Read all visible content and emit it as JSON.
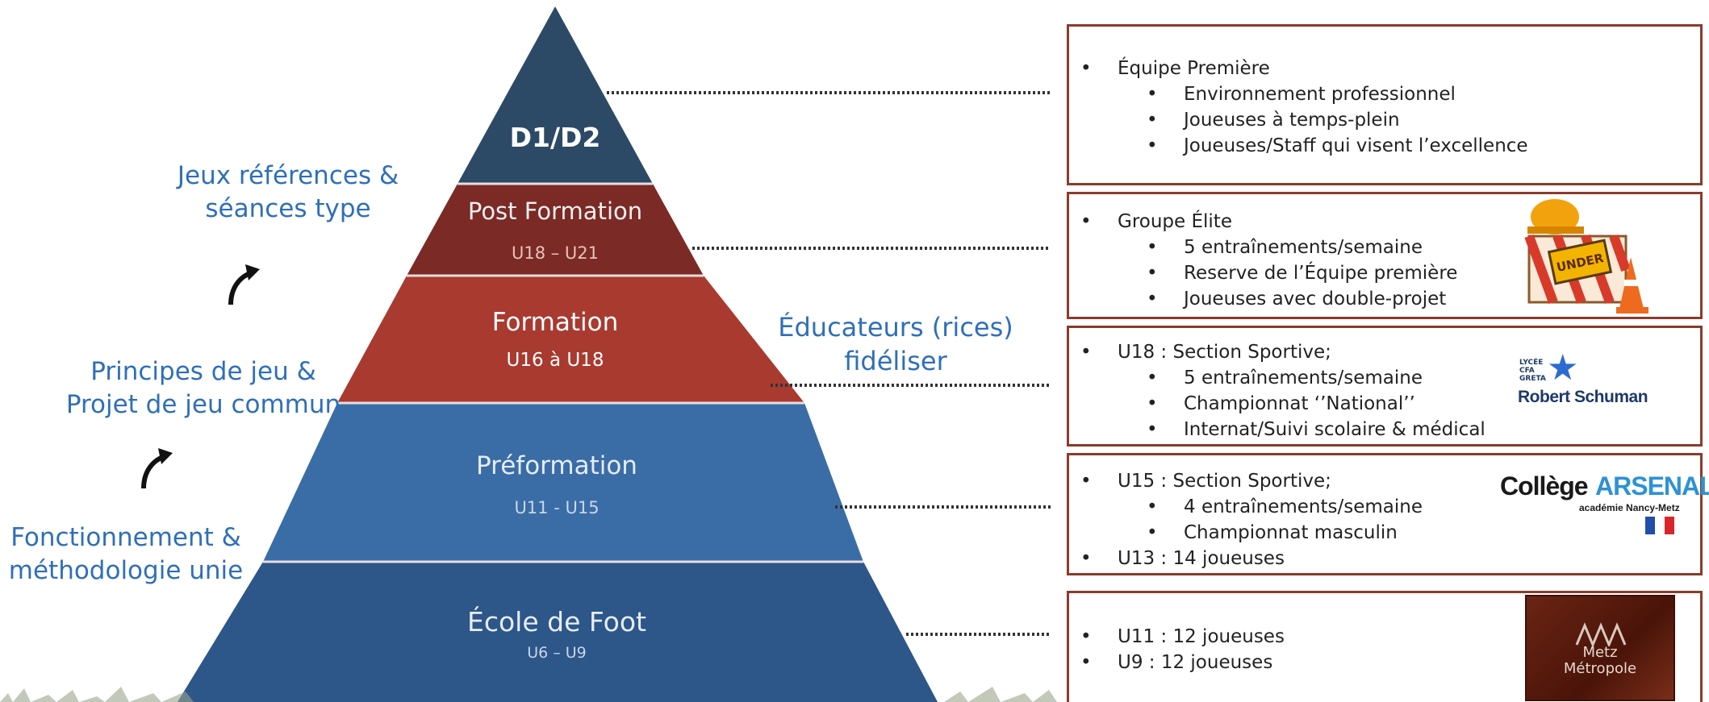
{
  "pyramid": {
    "levels": [
      {
        "name": "D1/D2",
        "sub": "",
        "color": "#2c4a66"
      },
      {
        "name": "Post Formation",
        "sub": "U18 – U21",
        "color": "#7b2a26"
      },
      {
        "name": "Formation",
        "sub": "U16 à U18",
        "color": "#a83a30"
      },
      {
        "name": "Préformation",
        "sub": "U11 - U15",
        "color": "#3a6da6"
      },
      {
        "name": "École de Foot",
        "sub": "U6 – U9",
        "color": "#2d5689"
      }
    ]
  },
  "left_labels": {
    "top": [
      "Jeux références &",
      "séances type"
    ],
    "middle": [
      "Principes de jeu &",
      "Projet de jeu commun"
    ],
    "bottom": [
      "Fonctionnement  &",
      "méthodologie unie"
    ]
  },
  "center_label": [
    "Éducateurs (rices)",
    "fidéliser"
  ],
  "boxes": [
    {
      "title": "Équipe Première",
      "items": [
        "Environnement professionnel",
        "Joueuses à temps-plein",
        "Joueuses/Staff qui visent l’excellence"
      ],
      "extra": []
    },
    {
      "title": "Groupe Élite",
      "items": [
        "5 entraînements/semaine",
        "Reserve de l’Équipe première",
        "Joueuses avec double-projet"
      ],
      "extra": []
    },
    {
      "title": "U18 : Section Sportive;",
      "items": [
        "5 entraînements/semaine",
        "Championnat ‘’National’’",
        "Internat/Suivi scolaire & médical"
      ],
      "extra": []
    },
    {
      "title": "U15 : Section Sportive;",
      "items": [
        "4 entraînements/semaine",
        "Championnat masculin"
      ],
      "extra": [
        "U13 : 14 joueuses"
      ]
    },
    {
      "title": "U11 : 12 joueuses",
      "items": [],
      "extra": [
        "U9 : 12 joueuses"
      ]
    }
  ],
  "logos": {
    "under_construction": "UNDER",
    "lycee_lines": [
      "LYCÉE",
      "CFA",
      "GRETA"
    ],
    "lycee_name": "Robert Schuman",
    "college_word": "Collège",
    "college_name": "ARSENAL",
    "college_sub": "académie Nancy-Metz",
    "metz_lines": [
      "Metz",
      "Métropole"
    ]
  },
  "colors": {
    "accent_blue": "#2f6fb8",
    "box_border": "#8a3b2c"
  }
}
